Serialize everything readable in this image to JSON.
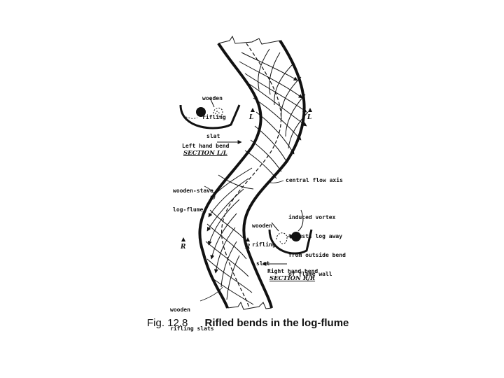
{
  "figure": {
    "number": "Fig. 12.8",
    "title": "Rifled bends in the log-flume"
  },
  "labels": {
    "top_slat": [
      "wooden",
      "rifling",
      "slat"
    ],
    "section_ll": "SECTION L/L",
    "left_bend": "Left hand bend",
    "stave_flume": [
      "wooden-stave",
      "log-flume"
    ],
    "central_axis": "central flow axis",
    "vortex": [
      "induced vortex",
      "thrusts log away",
      "from outside bend",
      "of flume wall"
    ],
    "mid_slat": [
      "wooden",
      "rifling",
      "slat"
    ],
    "section_rr": "SECTION R/R",
    "right_bend": "Right hand bend",
    "bottom_slats": [
      "wooden",
      "rifling slats"
    ],
    "marker_l": "L",
    "marker_r": "R"
  },
  "colors": {
    "ink": "#111111",
    "background": "#ffffff"
  }
}
